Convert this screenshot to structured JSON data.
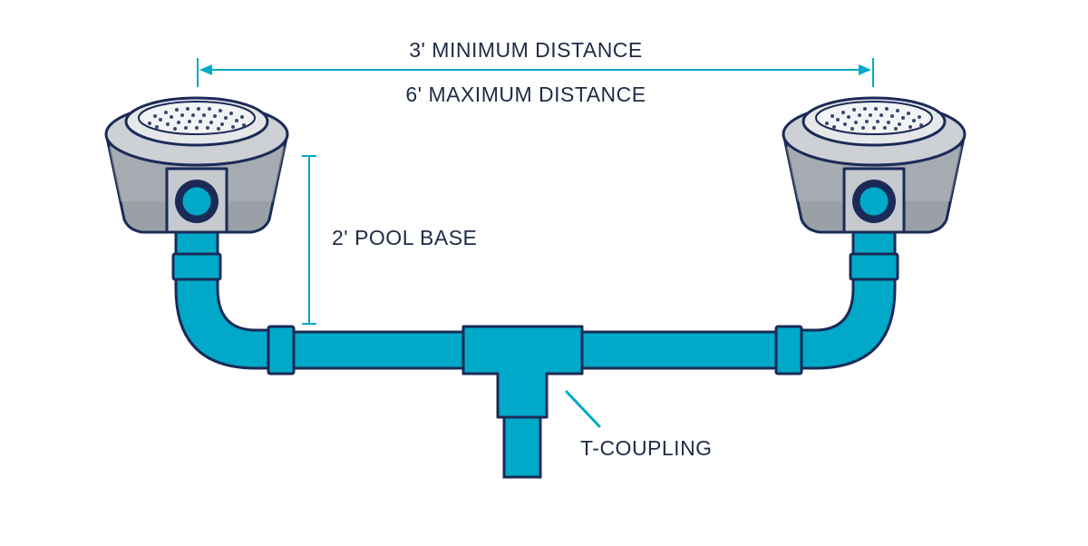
{
  "labels": {
    "min_distance": "3' MINIMUM DISTANCE",
    "max_distance": "6' MAXIMUM DISTANCE",
    "pool_base": "2' POOL BASE",
    "t_coupling": "T-COUPLING"
  },
  "colors": {
    "pipe": "#00a9c8",
    "outline": "#1b2a57",
    "dimension": "#00a9c8",
    "drain_body": "#9aa0a6",
    "drain_light": "#cdd0d4",
    "drain_face": "#e6e7e9",
    "text": "#1f2a44",
    "background": "#ffffff"
  },
  "icons": {
    "left_drain": "main-drain-cover",
    "right_drain": "main-drain-cover",
    "tee": "t-coupling"
  }
}
